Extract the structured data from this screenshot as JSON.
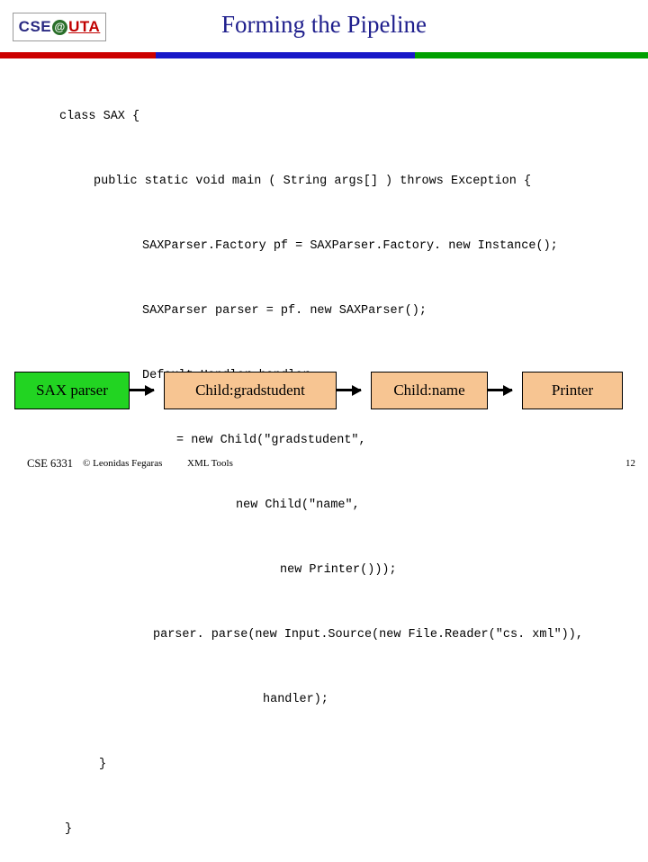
{
  "logo": {
    "prefix": "CSE",
    "at": "@",
    "suffix": "UTA"
  },
  "title": "Forming the Pipeline",
  "divider": {
    "colors": [
      "#cc0000",
      "#1818c8",
      "#00a000"
    ]
  },
  "code": {
    "lines": [
      "class SAX {",
      "public static void main ( String args[] ) throws Exception {",
      "SAXParser.Factory pf = SAXParser.Factory. new Instance();",
      "SAXParser parser = pf. new SAXParser();",
      "Default.Handler handler",
      "= new Child(\"gradstudent\",",
      "new Child(\"name\",",
      "new Printer()));",
      "parser. parse(new Input.Source(new File.Reader(\"cs. xml\")),",
      "handler);",
      "}",
      "}"
    ]
  },
  "pipeline": {
    "boxes": [
      {
        "label": "SAX parser",
        "color": "#22d422"
      },
      {
        "label": "Child:gradstudent",
        "color": "#f7c592"
      },
      {
        "label": "Child:name",
        "color": "#f7c592"
      },
      {
        "label": "Printer",
        "color": "#f7c592"
      }
    ]
  },
  "footer": {
    "course": "CSE 6331",
    "author": "© Leonidas Fegaras",
    "topic": "XML Tools",
    "page": "12"
  }
}
